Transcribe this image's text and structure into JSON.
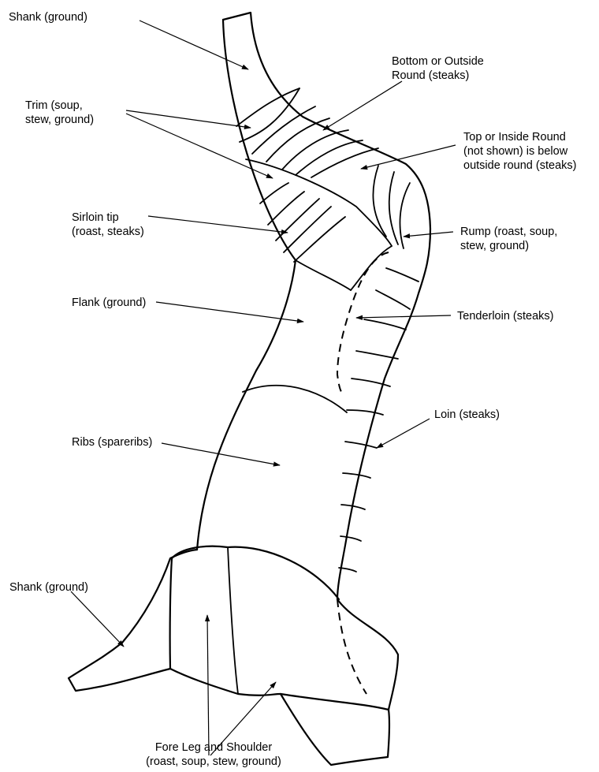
{
  "labels": {
    "shank_top": "Shank (ground)",
    "bottom_round": "Bottom or Outside\nRound (steaks)",
    "trim": "Trim (soup,\nstew, ground)",
    "top_round": "Top or Inside Round\n(not shown) is below\noutside round (steaks)",
    "sirloin_tip": "Sirloin tip\n(roast, steaks)",
    "rump": "Rump (roast, soup,\nstew, ground)",
    "flank": "Flank (ground)",
    "tenderloin": "Tenderloin (steaks)",
    "loin": "Loin (steaks)",
    "ribs": "Ribs (spareribs)",
    "shank_bottom": "Shank (ground)",
    "fore_leg": "Fore Leg and Shoulder\n(roast, soup, stew, ground)"
  }
}
